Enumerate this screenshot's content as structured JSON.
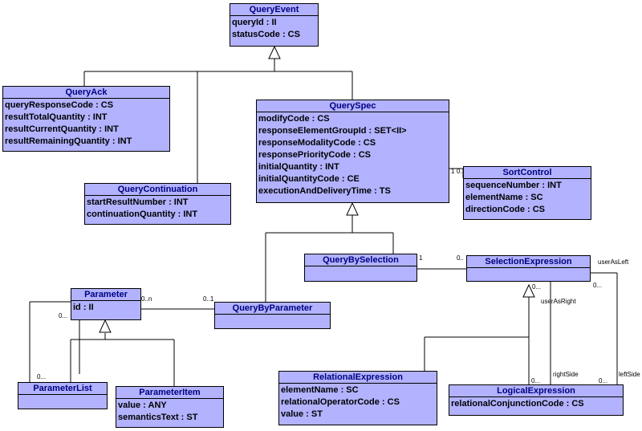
{
  "classes": {
    "queryEvent": {
      "name": "QueryEvent",
      "attrs": [
        "queryId : II",
        "statusCode : CS"
      ]
    },
    "queryAck": {
      "name": "QueryAck",
      "attrs": [
        "queryResponseCode : CS",
        "resultTotalQuantity : INT",
        "resultCurrentQuantity : INT",
        "resultRemainingQuantity : INT"
      ]
    },
    "querySpec": {
      "name": "QuerySpec",
      "attrs": [
        "modifyCode : CS",
        "responseElementGroupId : SET<II>",
        "responseModalityCode : CS",
        "responsePriorityCode : CS",
        "initialQuantity : INT",
        "initialQuantityCode : CE",
        "executionAndDeliveryTime : TS"
      ]
    },
    "queryContinuation": {
      "name": "QueryContinuation",
      "attrs": [
        "startResultNumber : INT",
        "continuationQuantity : INT"
      ]
    },
    "sortControl": {
      "name": "SortControl",
      "attrs": [
        "sequenceNumber : INT",
        "elementName : SC",
        "directionCode : CS"
      ]
    },
    "queryBySelection": {
      "name": "QueryBySelection",
      "attrs": []
    },
    "selectionExpression": {
      "name": "SelectionExpression",
      "attrs": []
    },
    "parameter": {
      "name": "Parameter",
      "attrs": [
        "id : II"
      ]
    },
    "queryByParameter": {
      "name": "QueryByParameter",
      "attrs": []
    },
    "parameterList": {
      "name": "ParameterList",
      "attrs": []
    },
    "parameterItem": {
      "name": "ParameterItem",
      "attrs": [
        "value : ANY",
        "semanticsText : ST"
      ]
    },
    "relationalExpression": {
      "name": "RelationalExpression",
      "attrs": [
        "elementName : SC",
        "relationalOperatorCode : CS",
        "value : ST"
      ]
    },
    "logicalExpression": {
      "name": "LogicalExpression",
      "attrs": [
        "relationalConjunctionCode : CS"
      ]
    }
  },
  "labels": {
    "spec_sort_1": "1",
    "spec_sort_0": "0..",
    "sel_1": "1",
    "sel_0": "0..",
    "user_as_left": "userAsLeft",
    "user_as_right": "userAsRight",
    "sel_left_0": "0...",
    "sel_right_0": "0...",
    "right_side": "rightSide",
    "left_side": "leftSide",
    "logic_0a": "0...",
    "logic_0b": "0...",
    "param_0n": "0..n",
    "param_01": "0..1",
    "param_0_left": "0...",
    "paramlist_0": "0..."
  },
  "colors": {
    "class_fill": "#b2b2ff",
    "class_border": "#000000",
    "header_text": "#000080",
    "line": "#000000"
  }
}
